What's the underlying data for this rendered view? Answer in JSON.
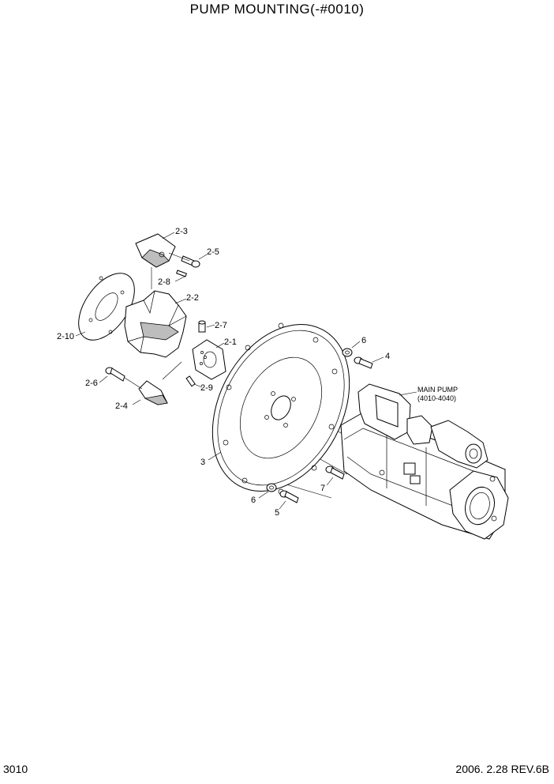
{
  "title": "PUMP MOUNTING(-#0010)",
  "page_number": "3010",
  "revision": "2006. 2.28 REV.6B",
  "main_pump_label": [
    "MAIN PUMP",
    "(4010-4040)"
  ],
  "callouts": {
    "c_2_3": "2-3",
    "c_2_5": "2-5",
    "c_2_8": "2-8",
    "c_2_2": "2-2",
    "c_2_10": "2-10",
    "c_2_7": "2-7",
    "c_2_1": "2-1",
    "c_2_6": "2-6",
    "c_2_9": "2-9",
    "c_2_4": "2-4",
    "c_3": "3",
    "c_6a": "6",
    "c_4": "4",
    "c_6b": "6",
    "c_5": "5",
    "c_7": "7"
  }
}
